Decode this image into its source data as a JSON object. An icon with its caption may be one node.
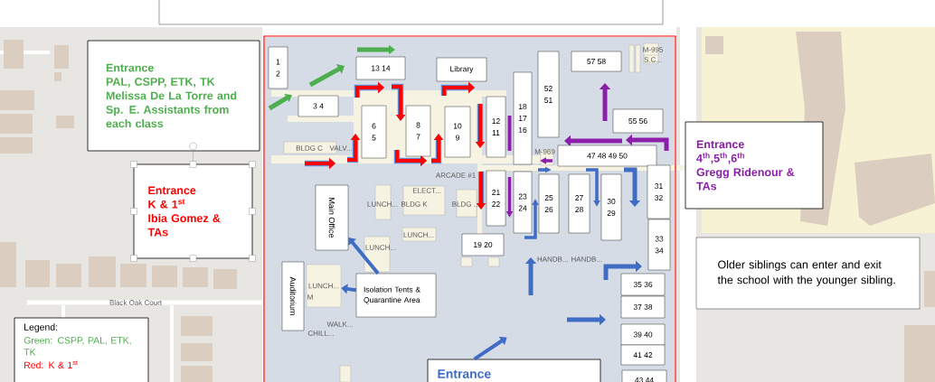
{
  "diagram": {
    "nodes": [
      {
        "text": [],
        "shape": "box"
      },
      {
        "text": [
          "Entrance",
          "PAL, CSPP, ETK, TK",
          "Melissa De La Torre and Sp. E. Assistants from each class"
        ]
      },
      {
        "text": [
          "Entrance",
          "K & 1$^{st}$",
          "Ibia Gomez & TAs"
        ]
      },
      {
        "text": [
          "Entrance",
          "4$^{th}$,5$^{th}$,6$^{th}$",
          "Gregg Ridenour & TAs"
        ]
      },
      {
        "text": [
          "Older siblings can enter and exit the school with the younger sibling."
        ]
      },
      {
        "text": [
          "Entrance"
        ]
      },
      {
        "text": [
          "1 2"
        ]
      },
      {
        "text": [
          "3 4"
        ]
      },
      {
        "text": [
          "13 14"
        ]
      },
      {
        "text": [
          "Library"
        ]
      },
      {
        "text": [
          "6 5"
        ]
      },
      {
        "text": [
          "8 7"
        ]
      },
      {
        "text": [
          "10 9"
        ]
      },
      {
        "text": [
          "12 11"
        ]
      },
      {
        "text": [
          "18 17 16"
        ]
      },
      {
        "text": [
          "52 51"
        ]
      },
      {
        "text": [
          "57 58"
        ]
      },
      {
        "text": [
          "55 56"
        ]
      },
      {
        "text": [
          "47 48 49 50"
        ]
      },
      {
        "text": [
          "21 22"
        ]
      },
      {
        "text": [
          "23 24"
        ]
      },
      {
        "text": [
          "25 26"
        ]
      },
      {
        "text": [
          "27 28"
        ]
      },
      {
        "text": [
          "30 29"
        ]
      },
      {
        "text": [
          "31 32"
        ]
      },
      {
        "text": [
          "33 34"
        ]
      },
      {
        "text": [
          "Main Office"
        ]
      },
      {
        "text": [
          "19 20"
        ]
      },
      {
        "text": [
          "Auditorium"
        ]
      },
      {
        "text": [
          "Isolation Tents & Quarantine Area"
        ]
      },
      {
        "text": [
          "LUNCH..."
        ]
      },
      {
        "text": [
          "35 36"
        ]
      },
      {
        "text": [
          "37 38"
        ]
      },
      {
        "text": [
          "39 40"
        ]
      },
      {
        "text": [
          "41 42"
        ]
      },
      {
        "text": [
          "43 44"
        ]
      }
    ],
    "edges": [
      {
        "from": 29,
        "to": 26,
        "arrow": "to"
      },
      {
        "from": 29,
        "to": 30,
        "arrow": "to"
      },
      {
        "from": 5,
        "to": null,
        "arrow": "to"
      }
    ],
    "labels": [
      "Legend:",
      "BLDG C",
      "VALV...",
      "LUNCH...",
      "BLDG K",
      "ELECT...",
      "BLDG ...",
      "ARCADE #1",
      "M-995",
      "S.C...",
      "M-969",
      "LUNCH...",
      "LUNCH...",
      "HANDB... HANDB...",
      "M",
      "WALK...",
      "CHILL...",
      "Black Oak Court"
    ],
    "legend": [
      {
        "text": "Green: CSPP, PAL, ETK, TK"
      },
      {
        "text": "Red: K & 1$^{st}$"
      }
    ]
  }
}
